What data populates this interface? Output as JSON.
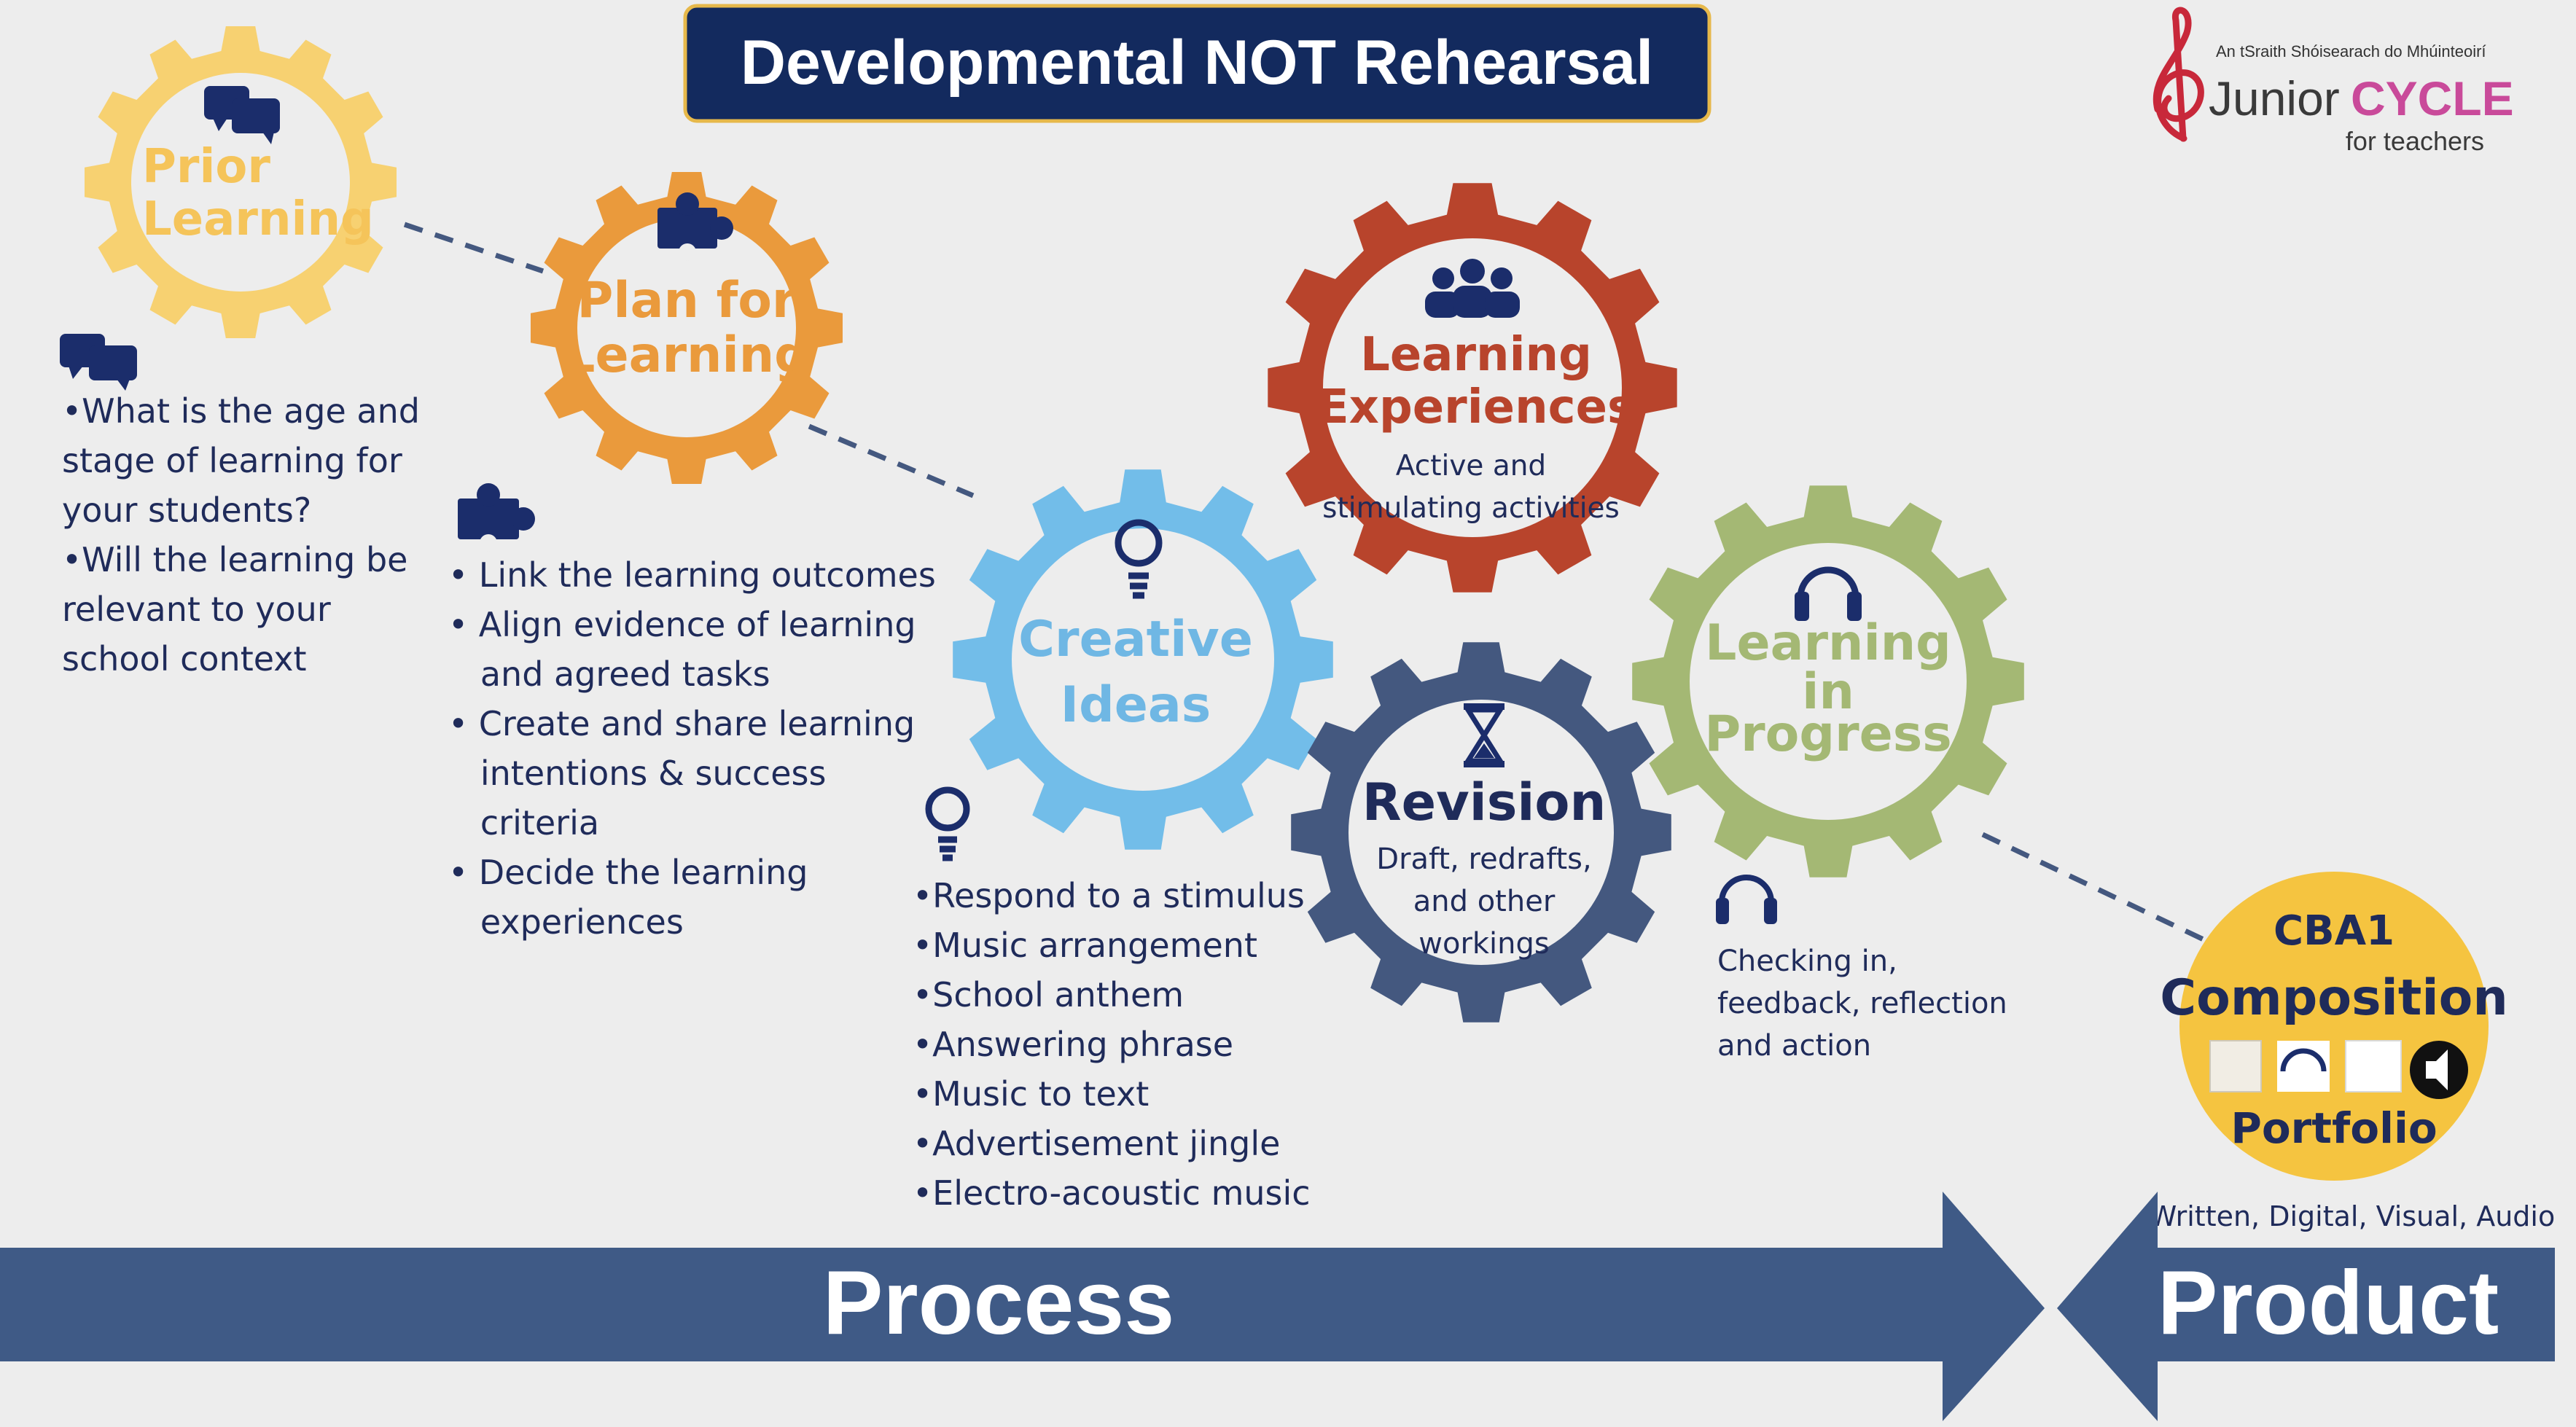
{
  "title": "Developmental NOT Rehearsal",
  "logo": {
    "tagline": "An tSraith Shóisearach do Mhúinteoirí",
    "word_junior": "Junior",
    "word_cycle": "CYCLE",
    "subtitle": "for teachers"
  },
  "colors": {
    "navy": "#132a5e",
    "prior": "#f7d171",
    "plan": "#ea9a3c",
    "creative": "#72bde9",
    "experiences": "#b8442c",
    "revision": "#44587f",
    "progress": "#a4b874",
    "product": "#f5c440",
    "arrow": "#3f5a86"
  },
  "gears": {
    "prior": {
      "line1": "Prior",
      "line2": "Learning",
      "icon": "speech-bubbles-icon"
    },
    "plan": {
      "line1": "Plan for",
      "line2": "Learning",
      "icon": "puzzle-piece-icon"
    },
    "creative": {
      "line1": "Creative",
      "line2": "Ideas",
      "icon": "lightbulb-icon"
    },
    "experiences": {
      "line1": "Learning",
      "line2": "Experiences",
      "sub1": "Active and",
      "sub2": "stimulating activities",
      "icon": "people-group-icon"
    },
    "revision": {
      "line1": "Revision",
      "sub1": "Draft, redrafts,",
      "sub2": "and other",
      "sub3": "workings",
      "icon": "hourglass-icon"
    },
    "progress": {
      "line1": "Learning",
      "line2": "in",
      "line3": "Progress",
      "icon": "headphones-icon"
    }
  },
  "prior_notes": [
    "•What is the age and",
    "stage of learning for",
    "your students?",
    "•Will the learning be",
    "relevant to your",
    "school context"
  ],
  "plan_notes": [
    "• Link the learning outcomes",
    "• Align evidence of learning",
    "   and agreed tasks",
    "• Create and share learning",
    "   intentions & success",
    "   criteria",
    "• Decide the learning",
    "   experiences"
  ],
  "creative_notes": [
    "•Respond to a stimulus",
    "•Music arrangement",
    "•School anthem",
    "•Answering phrase",
    "•Music to text",
    "•Advertisement jingle",
    "•Electro-acoustic music"
  ],
  "progress_notes": [
    "Checking in,",
    "feedback, reflection",
    "and action"
  ],
  "product_badge": {
    "line1": "CBA1",
    "line2": "Composition",
    "line3": "Portfolio"
  },
  "product_formats": "Written, Digital, Visual, Audio",
  "process_label": "Process",
  "product_label": "Product"
}
